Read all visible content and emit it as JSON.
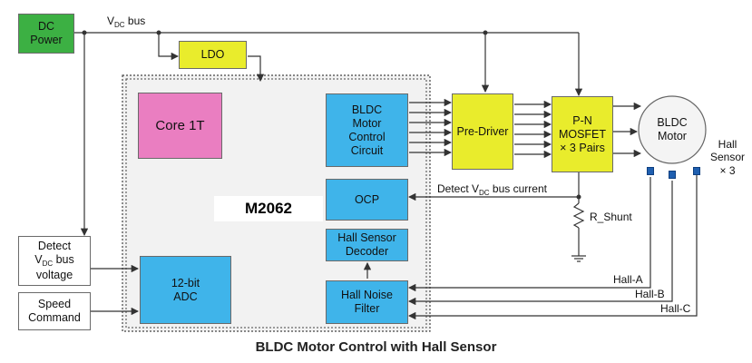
{
  "blocks": {
    "dc_power": "DC\nPower",
    "ldo": "LDO",
    "core": "Core 1T",
    "chip_name": "M2062",
    "bldc_control": "BLDC\nMotor\nControl\nCircuit",
    "ocp": "OCP",
    "hall_decoder": "Hall Sensor\nDecoder",
    "hall_filter": "Hall Noise\nFilter",
    "adc": "12-bit\nADC",
    "pre_driver": "Pre-Driver",
    "mosfet": "P-N\nMOSFET\n× 3 Pairs",
    "motor": "BLDC\nMotor",
    "detect_voltage": {
      "line1": "Detect",
      "line2_main": "V",
      "line2_sub": "DC",
      "line2_rest": " bus",
      "line3": "voltage"
    },
    "speed_command": "Speed\nCommand"
  },
  "labels": {
    "vdc_bus": {
      "main": "V",
      "sub": "DC",
      "rest": " bus"
    },
    "detect_current": {
      "pre": "Detect V",
      "sub": "DC",
      "rest": " bus current"
    },
    "r_shunt": "R_Shunt",
    "hall_sensor": "Hall\nSensor\n× 3",
    "hall_a": "Hall-A",
    "hall_b": "Hall-B",
    "hall_c": "Hall-C"
  },
  "caption": "BLDC Motor Control with Hall Sensor",
  "colors": {
    "green": "#3cb043",
    "yellow": "#e9ec2c",
    "blue": "#3fb4ea",
    "pink": "#ea7ec1",
    "chip_bg": "#f2f2f2"
  }
}
